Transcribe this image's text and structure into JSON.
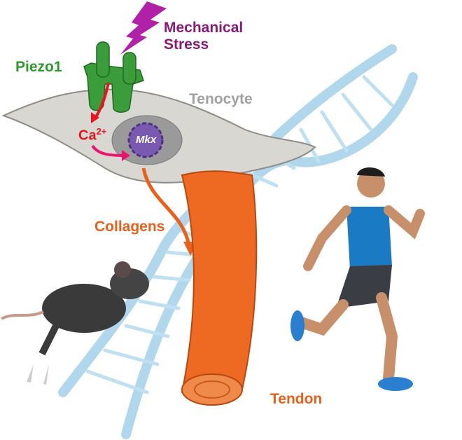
{
  "labels": {
    "mechanical_stress_line1": "Mechanical",
    "mechanical_stress_line2": "Stress",
    "piezo1": "Piezo1",
    "tenocyte": "Tenocyte",
    "calcium": "Ca",
    "calcium_charge": "2+",
    "mkx": "Mkx",
    "collagens": "Collagens",
    "tendon": "Tendon"
  },
  "colors": {
    "stress": "#8a1a78",
    "piezo": "#2e9a2e",
    "tenocyte_text": "#a0a0a0",
    "calcium": "#e8141e",
    "collagens": "#e8601a",
    "tendon": "#e8601a",
    "dna": "#a9d3ea"
  }
}
